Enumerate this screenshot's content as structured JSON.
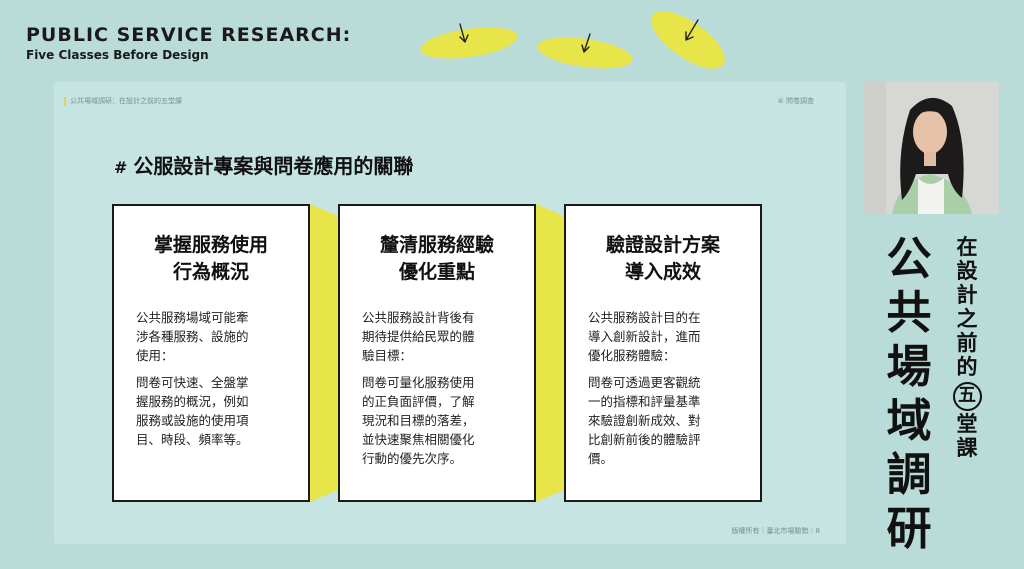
{
  "header": {
    "title": "PUBLIC SERVICE RESEARCH:",
    "subtitle": "Five Classes Before Design"
  },
  "slide": {
    "top_left": "公共場域調研：在設計之前的五堂課",
    "top_right": "④ 問卷調查",
    "heading_hash": "#",
    "heading": "公服設計專案與問卷應用的關聯",
    "cards": [
      {
        "title": "掌握服務使用\n行為概況",
        "p1": "公共服務場域可能牽\n涉各種服務、設施的\n使用：",
        "p2": "問卷可快速、全盤掌\n握服務的概況，例如\n服務或設施的使用項\n目、時段、頻率等。"
      },
      {
        "title": "釐清服務經驗\n優化重點",
        "p1": "公共服務設計背後有\n期待提供給民眾的體\n驗目標：",
        "p2": "問卷可量化服務使用\n的正負面評價，了解\n現況和目標的落差，\n並快速聚焦相關優化\n行動的優先次序。"
      },
      {
        "title": "驗證設計方案\n導入成效",
        "p1": "公共服務設計目的在\n導入創新設計，進而\n優化服務體驗：",
        "p2": "問卷可透過更客觀統\n一的指標和評量基準\n來驗證創新成效、對\n比創新前後的體驗評\n價。"
      }
    ],
    "footer": "版權所有｜臺北市場驗勢｜8"
  },
  "sidebar": {
    "big_chars": [
      "公",
      "共",
      "場",
      "域",
      "調",
      "研"
    ],
    "small_chars_top": [
      "在",
      "設",
      "計",
      "之",
      "前",
      "的"
    ],
    "circled": "五",
    "small_chars_bottom": [
      "堂",
      "課"
    ]
  },
  "colors": {
    "background": "#b9dcd8",
    "slide": "#c6e5e2",
    "accent_yellow": "#e8e54a"
  },
  "icons": {
    "leaf": "leaf-arrow-icon",
    "presenter": "presenter-video"
  }
}
